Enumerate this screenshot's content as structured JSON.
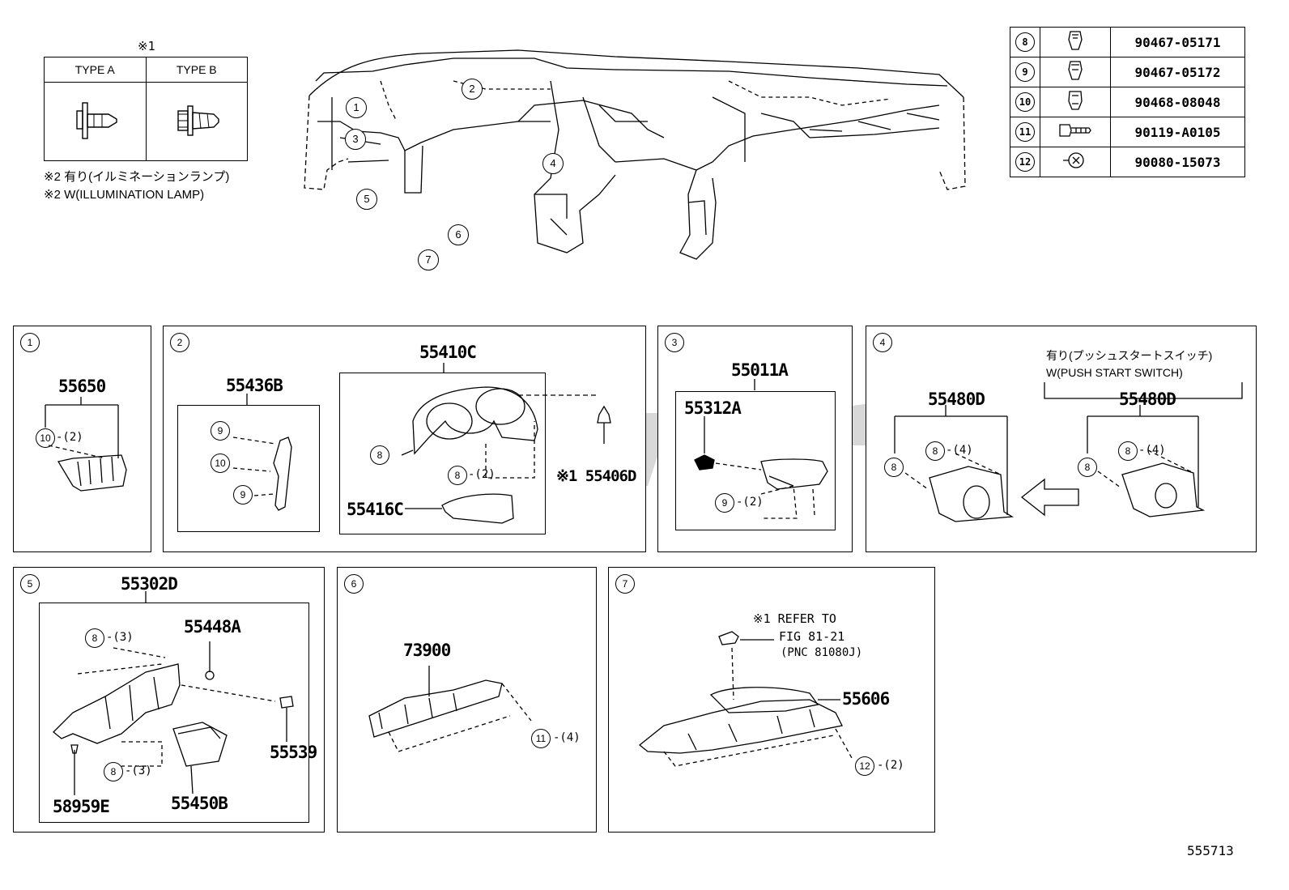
{
  "types_table": {
    "note_mark": "※1",
    "type_a": "TYPE A",
    "type_b": "TYPE B"
  },
  "illumination_note": {
    "line_jp": "※2 有り(イルミネーションランプ)",
    "line_en": "※2 W(ILLUMINATION LAMP)"
  },
  "overview_callouts": [
    "1",
    "2",
    "3",
    "4",
    "5",
    "6",
    "7"
  ],
  "fasteners": [
    {
      "ref": "8",
      "icon": "clip-icon",
      "part": "90467-05171"
    },
    {
      "ref": "9",
      "icon": "clip-icon",
      "part": "90467-05172"
    },
    {
      "ref": "10",
      "icon": "clip-icon",
      "part": "90468-08048"
    },
    {
      "ref": "11",
      "icon": "bolt-icon",
      "part": "90119-A0105"
    },
    {
      "ref": "12",
      "icon": "screw-icon",
      "part": "90080-15073"
    }
  ],
  "panels": {
    "p1": {
      "num": "1",
      "part": "55650",
      "c1": "10",
      "q1": "-(2)"
    },
    "p2": {
      "num": "2",
      "main": "55410C",
      "bracket": "55436B",
      "c_a": "9",
      "c_b": "10",
      "c_c": "9",
      "c_clip": "8",
      "c_clip2": "8",
      "q_clip2": "-(2)",
      "clip_part": "※1 55406D",
      "cover": "55416C"
    },
    "p3": {
      "num": "3",
      "main": "55011A",
      "sub": "55312A",
      "c9": "9",
      "q9": "-(2)"
    },
    "p4": {
      "num": "4",
      "note_jp": "有り(プッシュスタートスイッチ)",
      "note_en": "W(PUSH START SWITCH)",
      "part_left": "55480D",
      "part_right": "55480D",
      "c1": "8",
      "q1": "-(4)",
      "c2": "8",
      "c3": "8",
      "q3": "-(4)",
      "c4": "8"
    },
    "p5": {
      "num": "5",
      "main": "55302D",
      "a": "55448A",
      "b": "55539",
      "c": "58959E",
      "d": "55450B",
      "c1": "8",
      "q1": "-(3)",
      "c2": "8",
      "q2": "-(3)"
    },
    "p6": {
      "num": "6",
      "part": "73900",
      "c11": "11",
      "q11": "-(4)"
    },
    "p7": {
      "num": "7",
      "ref1": "※1 REFER TO",
      "ref2": "FIG 81-21",
      "ref3": "(PNC 81080J)",
      "part": "55606",
      "c12": "12",
      "q12": "-(2)"
    }
  },
  "watermark": "سهم",
  "figure_code": "555713"
}
